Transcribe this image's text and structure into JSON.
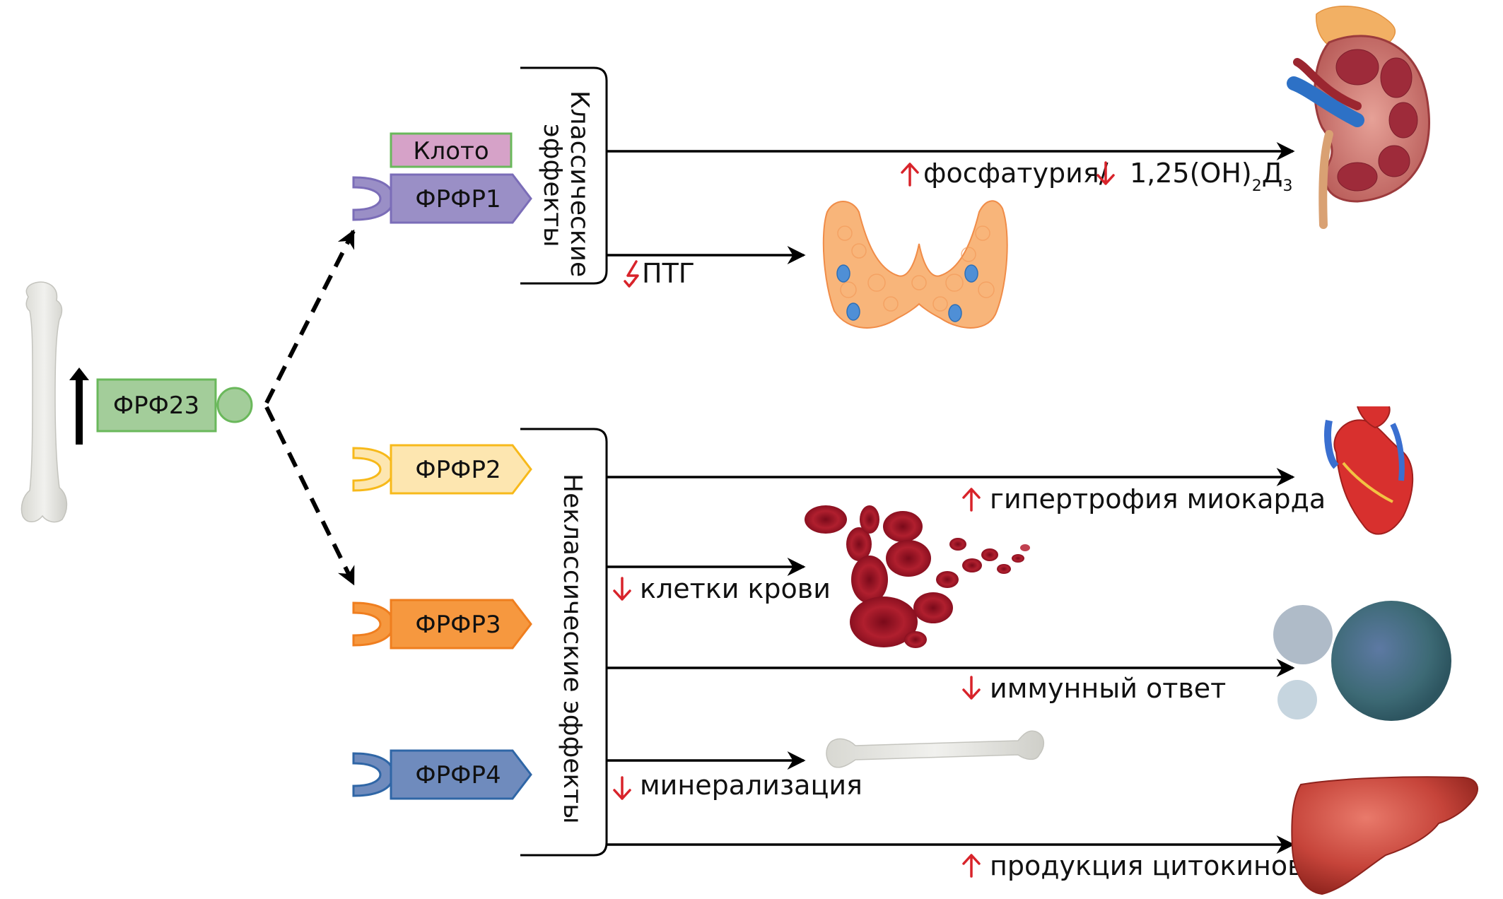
{
  "hormone": {
    "label": "ФРФ23",
    "source": "bone",
    "trend": "up",
    "fill": "#a3cd9a",
    "stroke": "#6ab85b"
  },
  "cofactor": {
    "label": "Клото",
    "fill": "#d6a2c8",
    "stroke": "#6ab85b"
  },
  "receptors": [
    {
      "id": "fgfr1",
      "label": "ФРФР1",
      "fill": "#9a8fc6",
      "stroke": "#7b6db8"
    },
    {
      "id": "fgfr2",
      "label": "ФРФР2",
      "fill": "#fde6b0",
      "stroke": "#f7b91a"
    },
    {
      "id": "fgfr3",
      "label": "ФРФР3",
      "fill": "#f6983f",
      "stroke": "#ef7e1f"
    },
    {
      "id": "fgfr4",
      "label": "ФРФР4",
      "fill": "#6f8bbd",
      "stroke": "#2f66a6"
    }
  ],
  "groups": {
    "classic": {
      "line1": "Классические",
      "line2": "эффекты"
    },
    "nonclassic": {
      "label": "Неклассические эффекты"
    }
  },
  "effects": {
    "phosphaturia": {
      "prefix_arrow": "up",
      "text": "фосфатурия/",
      "second_arrow": "down",
      "formula_main": "1,25(OH)",
      "formula_sub1": "2",
      "formula_d": "Д",
      "formula_sub2": "3",
      "target": "kidney"
    },
    "pth": {
      "prefix_arrow": "lightning-down",
      "text": "ПТГ",
      "target": "parathyroid"
    },
    "myocardium": {
      "prefix_arrow": "up",
      "text": "гипертрофия миокарда",
      "target": "heart"
    },
    "blood_cells": {
      "prefix_arrow": "down",
      "text": "клетки крови",
      "target": "red-blood-cells"
    },
    "immune": {
      "prefix_arrow": "down",
      "text": "иммунный ответ",
      "target": "immune-cells"
    },
    "mineralization": {
      "prefix_arrow": "down",
      "text": "минерализация",
      "target": "bone"
    },
    "cytokines": {
      "prefix_arrow": "up",
      "text": "продукция цитокинов",
      "target": "liver"
    }
  },
  "colors": {
    "arrow": "#000000",
    "indicator_red": "#d8232a"
  }
}
